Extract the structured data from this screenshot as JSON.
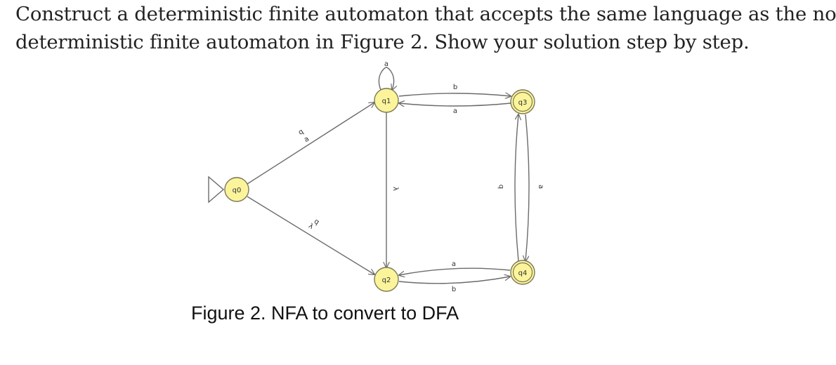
{
  "question": {
    "line1": "Construct a deterministic finite automaton that accepts the same language as the non-",
    "line2": "deterministic finite automaton in Figure 2. Show your solution step by step."
  },
  "figure": {
    "caption": "Figure 2. NFA to convert to DFA",
    "start_state": "q0",
    "states": [
      {
        "id": "q0",
        "label": "q0",
        "accepting": false
      },
      {
        "id": "q1",
        "label": "q1",
        "accepting": false
      },
      {
        "id": "q2",
        "label": "q2",
        "accepting": false
      },
      {
        "id": "q3",
        "label": "q3",
        "accepting": true
      },
      {
        "id": "q4",
        "label": "q4",
        "accepting": true
      }
    ],
    "transitions": [
      {
        "from": "q0",
        "to": "q1",
        "symbols": [
          "b",
          "a"
        ]
      },
      {
        "from": "q0",
        "to": "q2",
        "symbols": [
          "b",
          "λ"
        ]
      },
      {
        "from": "q1",
        "to": "q1",
        "symbols": [
          "a"
        ]
      },
      {
        "from": "q1",
        "to": "q3",
        "symbols": [
          "b"
        ]
      },
      {
        "from": "q3",
        "to": "q1",
        "symbols": [
          "a"
        ]
      },
      {
        "from": "q1",
        "to": "q2",
        "symbols": [
          "λ"
        ]
      },
      {
        "from": "q4",
        "to": "q2",
        "symbols": [
          "a"
        ]
      },
      {
        "from": "q2",
        "to": "q4",
        "symbols": [
          "b"
        ]
      },
      {
        "from": "q4",
        "to": "q3",
        "symbols": [
          "b"
        ]
      },
      {
        "from": "q3",
        "to": "q4",
        "symbols": [
          "a"
        ]
      }
    ]
  }
}
